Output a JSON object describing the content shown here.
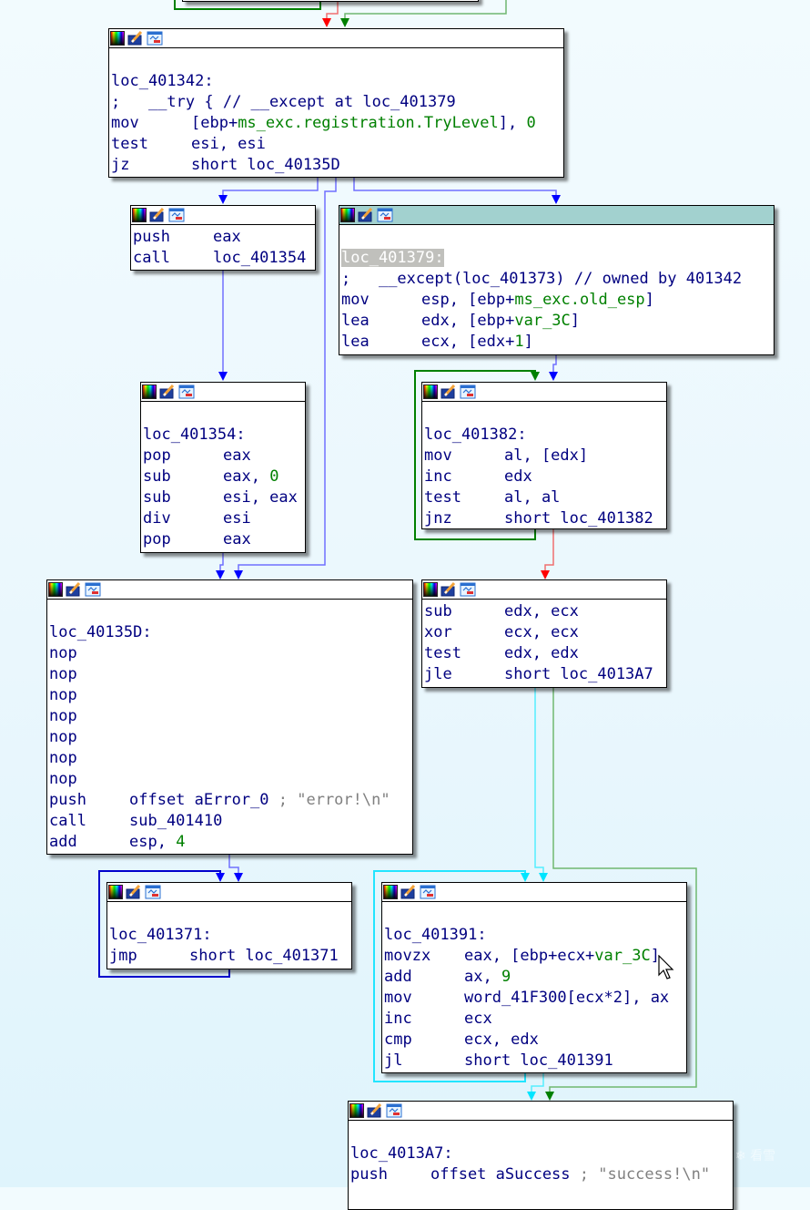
{
  "colors": {
    "code_text": "#000080",
    "number": "#008000",
    "comment": "#808080",
    "selected_header": "#a2d1cf",
    "edge_true": "#008000",
    "edge_false": "#ff0000",
    "edge_uncond": "#0000ff",
    "edge_highlight": "#00ffff"
  },
  "header_icons": [
    "color-palette-icon",
    "edit-pencil-icon",
    "graph-view-icon"
  ],
  "nodes": {
    "n401342": {
      "label": "loc_401342:",
      "lines": [
        {
          "mn": ";",
          "op": "  __try { // __except at loc_401379",
          "kind": "comment-blue"
        },
        {
          "mn": "mov",
          "op_pre": "[ebp+",
          "op_var": "ms_exc.registration.TryLevel",
          "op_post": "], ",
          "op_num": "0"
        },
        {
          "mn": "test",
          "op": "esi, esi"
        },
        {
          "mn": "jz",
          "op": "short loc_40135D"
        }
      ]
    },
    "nPush": {
      "lines": [
        {
          "mn": "push",
          "op": "eax"
        },
        {
          "mn": "call",
          "op": "loc_401354"
        }
      ]
    },
    "n401379": {
      "label": "loc_401379:",
      "lines": [
        {
          "mn": ";",
          "op": "  __except(loc_401373) // owned by 401342"
        },
        {
          "mn": "mov",
          "op_pre": "esp, [ebp+",
          "op_var": "ms_exc.old_esp",
          "op_post": "]"
        },
        {
          "mn": "lea",
          "op_pre": "edx, [ebp+",
          "op_var": "var_3C",
          "op_post": "]"
        },
        {
          "mn": "lea",
          "op_pre": "ecx, [edx+",
          "op_num": "1",
          "op_post": "]"
        }
      ]
    },
    "n401354": {
      "label": "loc_401354:",
      "lines": [
        {
          "mn": "pop",
          "op": "eax"
        },
        {
          "mn": "sub",
          "op_pre": "eax, ",
          "op_num": "0"
        },
        {
          "mn": "sub",
          "op": "esi, eax"
        },
        {
          "mn": "div",
          "op": "esi"
        },
        {
          "mn": "pop",
          "op": "eax"
        }
      ]
    },
    "n401382": {
      "label": "loc_401382:",
      "lines": [
        {
          "mn": "mov",
          "op": "al, [edx]"
        },
        {
          "mn": "inc",
          "op": "edx"
        },
        {
          "mn": "test",
          "op": "al, al"
        },
        {
          "mn": "jnz",
          "op": "short loc_401382"
        }
      ]
    },
    "n40135D": {
      "label": "loc_40135D:",
      "lines": [
        {
          "mn": "nop"
        },
        {
          "mn": "nop"
        },
        {
          "mn": "nop"
        },
        {
          "mn": "nop"
        },
        {
          "mn": "nop"
        },
        {
          "mn": "nop"
        },
        {
          "mn": "nop"
        },
        {
          "mn": "push",
          "op": "offset aError_0 ",
          "comment": "; \"error!\\n\""
        },
        {
          "mn": "call",
          "op": "sub_401410"
        },
        {
          "mn": "add",
          "op_pre": "esp, ",
          "op_num": "4"
        }
      ]
    },
    "nSub": {
      "lines": [
        {
          "mn": "sub",
          "op": "edx, ecx"
        },
        {
          "mn": "xor",
          "op": "ecx, ecx"
        },
        {
          "mn": "test",
          "op": "edx, edx"
        },
        {
          "mn": "jle",
          "op": "short loc_4013A7"
        }
      ]
    },
    "n401371": {
      "label": "loc_401371:",
      "lines": [
        {
          "mn": "jmp",
          "op": "short loc_401371"
        }
      ]
    },
    "n401391": {
      "label": "loc_401391:",
      "lines": [
        {
          "mn": "movzx",
          "op_pre": "eax, [ebp+ecx+",
          "op_var": "var_3C",
          "op_post": "]"
        },
        {
          "mn": "add",
          "op_pre": "ax, ",
          "op_num": "9"
        },
        {
          "mn": "mov",
          "op": "word_41F300[ecx*2], ax"
        },
        {
          "mn": "inc",
          "op": "ecx"
        },
        {
          "mn": "cmp",
          "op": "ecx, edx"
        },
        {
          "mn": "jl",
          "op": "short loc_401391"
        }
      ]
    },
    "n4013A7": {
      "label": "loc_4013A7:",
      "lines": [
        {
          "mn": "push",
          "op": "offset aSuccess ",
          "comment": "; \"success!\\n\""
        }
      ]
    }
  },
  "watermark": "❄ 看雪"
}
